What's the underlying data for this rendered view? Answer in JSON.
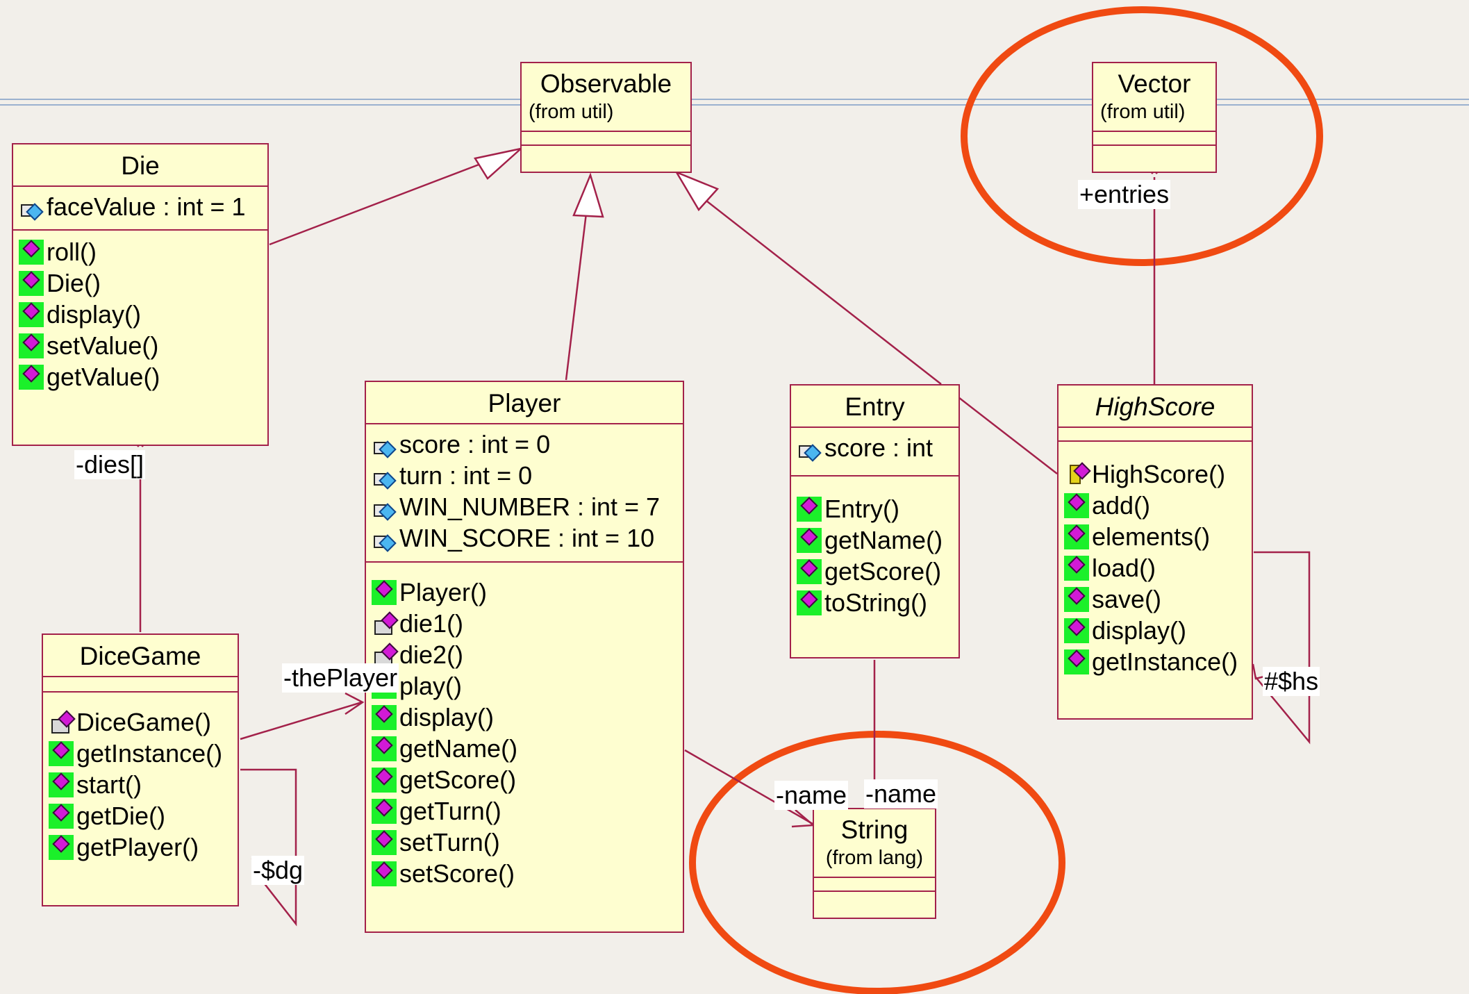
{
  "colors": {
    "class_fill": "#fefed0",
    "class_border": "#a3214a",
    "highlight_ellipse": "#f04a12",
    "background": "#f2efea"
  },
  "classes": {
    "observable": {
      "name": "Observable",
      "package": "(from util)"
    },
    "vector": {
      "name": "Vector",
      "package": "(from util)"
    },
    "die": {
      "name": "Die",
      "attributes": [
        {
          "icon": "attribute-icon",
          "text": "faceValue : int = 1"
        }
      ],
      "operations": [
        {
          "icon": "operation-icon",
          "text": "roll()"
        },
        {
          "icon": "operation-icon",
          "text": "Die()"
        },
        {
          "icon": "operation-icon",
          "text": "display()"
        },
        {
          "icon": "operation-icon",
          "text": "setValue()"
        },
        {
          "icon": "operation-icon",
          "text": "getValue()"
        }
      ]
    },
    "player": {
      "name": "Player",
      "attributes": [
        {
          "icon": "attribute-icon",
          "text": "score : int = 0"
        },
        {
          "icon": "attribute-icon",
          "text": "turn : int = 0"
        },
        {
          "icon": "attribute-icon",
          "text": "WIN_NUMBER : int = 7"
        },
        {
          "icon": "attribute-icon",
          "text": "WIN_SCORE : int = 10"
        }
      ],
      "operations": [
        {
          "icon": "operation-icon",
          "text": "Player()"
        },
        {
          "icon": "private-operation-icon",
          "text": "die1()"
        },
        {
          "icon": "private-operation-icon",
          "text": "die2()"
        },
        {
          "icon": "operation-icon",
          "text": "play()"
        },
        {
          "icon": "operation-icon",
          "text": "display()"
        },
        {
          "icon": "operation-icon",
          "text": "getName()"
        },
        {
          "icon": "operation-icon",
          "text": "getScore()"
        },
        {
          "icon": "operation-icon",
          "text": "getTurn()"
        },
        {
          "icon": "operation-icon",
          "text": "setTurn()"
        },
        {
          "icon": "operation-icon",
          "text": "setScore()"
        }
      ]
    },
    "entry": {
      "name": "Entry",
      "attributes": [
        {
          "icon": "attribute-icon",
          "text": "score : int"
        }
      ],
      "operations": [
        {
          "icon": "operation-icon",
          "text": "Entry()"
        },
        {
          "icon": "operation-icon",
          "text": "getName()"
        },
        {
          "icon": "operation-icon",
          "text": "getScore()"
        },
        {
          "icon": "operation-icon",
          "text": "toString()"
        }
      ]
    },
    "highscore": {
      "name": "HighScore",
      "operations": [
        {
          "icon": "protected-operation-icon",
          "text": "HighScore()"
        },
        {
          "icon": "operation-icon",
          "text": "add()"
        },
        {
          "icon": "operation-icon",
          "text": "elements()"
        },
        {
          "icon": "operation-icon",
          "text": "load()"
        },
        {
          "icon": "operation-icon",
          "text": "save()"
        },
        {
          "icon": "operation-icon",
          "text": "display()"
        },
        {
          "icon": "operation-icon",
          "text": "getInstance()"
        }
      ]
    },
    "dicegame": {
      "name": "DiceGame",
      "operations": [
        {
          "icon": "private-operation-icon",
          "text": "DiceGame()"
        },
        {
          "icon": "operation-icon",
          "text": "getInstance()"
        },
        {
          "icon": "operation-icon",
          "text": "start()"
        },
        {
          "icon": "operation-icon",
          "text": "getDie()"
        },
        {
          "icon": "operation-icon",
          "text": "getPlayer()"
        }
      ]
    },
    "string": {
      "name": "String",
      "package": "(from lang)"
    }
  },
  "role_labels": {
    "entries": "+entries",
    "dies": "-dies[]",
    "the_player": "-thePlayer",
    "dg": "-$dg",
    "hs": "#$hs",
    "player_name": "-name",
    "entry_name": "-name"
  }
}
